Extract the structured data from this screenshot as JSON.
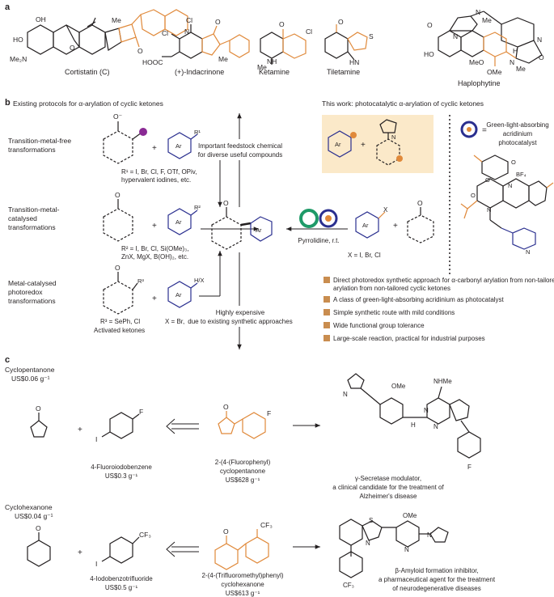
{
  "colors": {
    "orange": "#e0893a",
    "blue": "#2a2f8f",
    "purple": "#8a2a94",
    "green": "#1f9a68",
    "highlight_box": "#fbe9c9",
    "bullet": "#c98d4f",
    "text": "#231f20"
  },
  "panel_a": {
    "label": "a",
    "molecules": [
      {
        "name": "Cortistatin (C)",
        "atoms": {
          "oh1": "OH",
          "ho": "HO",
          "me2n": "Me₂N",
          "o": "O",
          "me": "Me",
          "n": "N",
          "ketone_o": "O"
        }
      },
      {
        "name": "(+)-Indacrinone",
        "atoms": {
          "cl1": "Cl",
          "cl2": "Cl",
          "o": "O",
          "me": "Me",
          "acid": "HOOC"
        }
      },
      {
        "name": "Ketamine",
        "atoms": {
          "o": "O",
          "cl": "Cl",
          "nh": "NH",
          "me": "Me"
        }
      },
      {
        "name": "Tiletamine",
        "atoms": {
          "o": "O",
          "s": "S",
          "hn": "HN"
        }
      },
      {
        "name": "Haplophytine",
        "atoms": {
          "o1": "O",
          "n1": "N",
          "me1": "Me",
          "n2": "N",
          "n3": "N",
          "o2": "O",
          "ho": "HO",
          "ome1": "MeO",
          "ome2": "OMe",
          "h": "H",
          "n4": "N",
          "me2": "Me"
        }
      }
    ]
  },
  "panel_b": {
    "label": "b",
    "left_title": "Existing protocols for α-arylation of cyclic ketones",
    "right_title": "This work: photocatalytic α-arylation of cyclic ketones",
    "routes": [
      {
        "label_line1": "Transition-metal-free",
        "label_line2": "transformations",
        "reagent_note_line1": "R¹ = I, Br, Cl, F, OTf, OPiv,",
        "reagent_note_line2": "hypervalent iodines, etc.",
        "aryl_sub": "R¹"
      },
      {
        "label_line1": "Transition-metal-",
        "label_line2": "catalysed",
        "label_line3": "transformations",
        "reagent_note_line1": "R² = I, Br, Cl, Si(OMe)₃,",
        "reagent_note_line2": "ZnX, MgX, B(OH)₂, etc.",
        "aryl_sub": "R²"
      },
      {
        "label_line1": "Metal-catalysed",
        "label_line2": "photoredox",
        "label_line3": "transformations",
        "reagent_note": "R³ = SePh, Cl",
        "reagent_note2": "Activated ketones",
        "x_note": "X = Br, Cl",
        "aryl_sub": "H/X",
        "ketone_sub": "R³"
      }
    ],
    "top_box_line1": "Important feedstock chemical",
    "top_box_line2": "for diverse useful compounds",
    "bottom_box_line1": "Highly expensive",
    "bottom_box_line2": "due to existing synthetic approaches",
    "conditions": "Pyrrolidine, r.t.",
    "x_conditions": "X = I, Br, Cl",
    "ar": "Ar",
    "x": "X",
    "o_minus": "O⁻",
    "o": "O",
    "plus": "+",
    "equals": "=",
    "catalyst_desc_line1": "Green-light-absorbing",
    "catalyst_desc_line2": "acridinium",
    "catalyst_desc_line3": "photocatalyst",
    "catalyst_atoms": {
      "ome1": "O",
      "ome2": "O",
      "ome3": "O",
      "bf4": "BF₄",
      "n_plus": "N",
      "n_chain": "N",
      "n_pyr": "N"
    },
    "features": [
      "Direct photoredox synthetic approach for α-carbonyl arylation from non-tailored cyclic ketones",
      "A class of green-light-absorbing acridinium as photocatalyst",
      "Simple synthetic route with mild conditions",
      "Wide functional group tolerance",
      "Large-scale reaction, practical for industrial purposes"
    ],
    "feature_wrap": "arylation from non-tailored cyclic ketones"
  },
  "panel_c": {
    "label": "c",
    "rows": [
      {
        "ketone_name": "Cyclopentanone",
        "ketone_price": "US$0.06 g⁻¹",
        "halide_name": "4-Fluoroiodobenzene",
        "halide_price": "US$0.3 g⁻¹",
        "halide_sub": "F",
        "product_name_line1": "2-(4-(Fluorophenyl)",
        "product_name_line2": "cyclopentanone",
        "product_price": "US$628 g⁻¹",
        "target_line1": "γ-Secretase modulator,",
        "target_line2": "a clinical candidate for the treatment of",
        "target_line3": "Alzheimer's disease",
        "target_atoms": {
          "ome": "OMe",
          "nhme": "NHMe",
          "n1": "N",
          "n2": "N",
          "n3": "N",
          "h": "H",
          "f": "F"
        }
      },
      {
        "ketone_name": "Cyclohexanone",
        "ketone_price": "US$0.04 g⁻¹",
        "halide_name": "4-Iodobenzotrifluoride",
        "halide_price": "US$0.5 g⁻¹",
        "halide_sub": "CF₃",
        "product_name_line1": "2-(4-(Trifluoromethyl)phenyl)",
        "product_name_line2": "cyclohexanone",
        "product_price": "US$613 g⁻¹",
        "target_line1": "β-Amyloid formation inhibitor,",
        "target_line2": "a pharmaceutical agent for the treatment",
        "target_line3": "of neurodegenerative diseases",
        "target_atoms": {
          "ome": "OMe",
          "s": "S",
          "n1": "N",
          "n2": "N",
          "n3": "N",
          "cf3": "CF₃"
        }
      }
    ],
    "o": "O",
    "i": "I",
    "plus": "+"
  }
}
